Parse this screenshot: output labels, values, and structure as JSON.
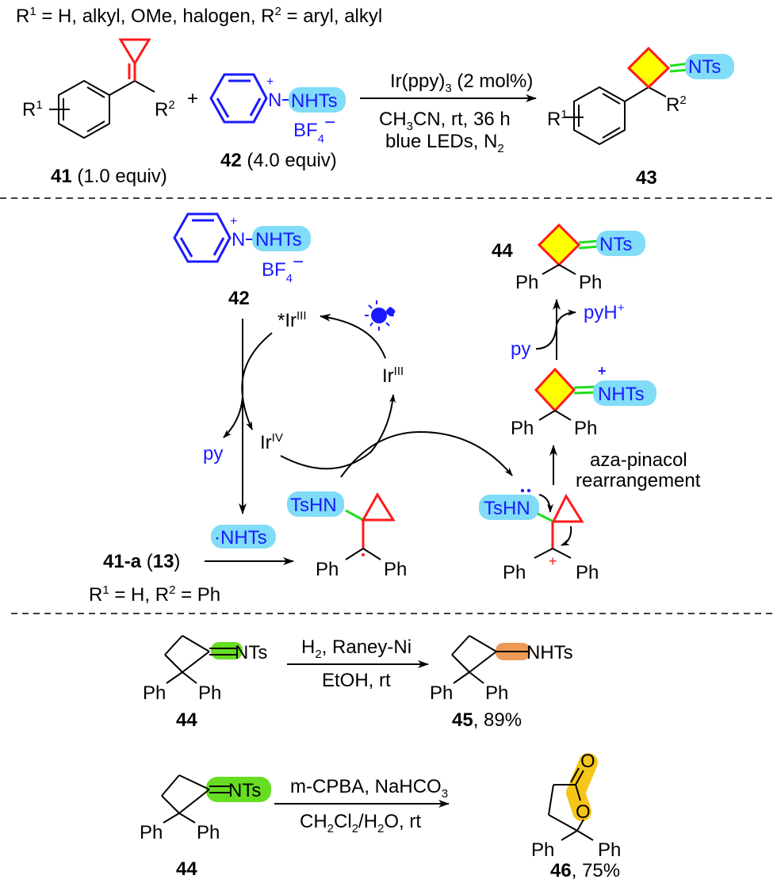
{
  "header": {
    "scope_r1_label": "R",
    "scope_r1_sup": "1",
    "scope_r1_values": " = H, alkyl, OMe, halogen,  ",
    "scope_r2_label": "R",
    "scope_r2_sup": "2",
    "scope_r2_values": " = aryl, alkyl"
  },
  "reaction1": {
    "substrate": {
      "id": "41",
      "note": " (1.0 equiv)",
      "r1": "R",
      "r1_sup": "1",
      "r2": "R",
      "r2_sup": "2"
    },
    "plus": "+",
    "reagent": {
      "id": "42",
      "note": " (4.0 equiv)",
      "charge": "+",
      "n_label": "N",
      "group": "NHTs",
      "counterion": "BF",
      "counterion_sub": "4",
      "counterion_charge": "−"
    },
    "conditions_above": {
      "text1": "Ir(ppy)",
      "sub": "3",
      "text2": " (2 mol%)"
    },
    "conditions_below1": {
      "text1": "CH",
      "sub": "3",
      "text2": "CN, rt, 36 h"
    },
    "conditions_below2": {
      "text1": "blue LEDs, N",
      "sub": "2"
    },
    "product": {
      "id": "43",
      "group": "NTs",
      "r1": "R",
      "r1_sup": "1",
      "r2": "R",
      "r2_sup": "2"
    }
  },
  "mechanism": {
    "reagent": {
      "id": "42",
      "charge": "+",
      "n_label": "N",
      "group": "NHTs",
      "counterion": "BF",
      "counterion_sub": "4",
      "counterion_charge": "−"
    },
    "catalyst": {
      "excited": {
        "prefix": "*Ir",
        "sup": "III"
      },
      "ground": {
        "prefix": "Ir",
        "sup": "III"
      },
      "oxidized": {
        "prefix": "Ir",
        "sup": "IV"
      }
    },
    "byproduct_py": "py",
    "radical": "·NHTs",
    "substrate": {
      "id": "41-a",
      "ref_open": " (",
      "ref": "13",
      "ref_close": ")"
    },
    "substrate_def": {
      "r1": "R",
      "r1_sup": "1",
      "mid": " = H, ",
      "r2": "R",
      "r2_sup": "2",
      "end": " = Ph"
    },
    "radical_intermediate": {
      "group": "TsHN",
      "ph_left": "Ph",
      "ph_right": "Ph"
    },
    "cation_intermediate": {
      "group": "TsHN",
      "ph_left": "Ph",
      "ph_right": "Ph",
      "charge": "+"
    },
    "rearranged_cation": {
      "group": "NHTs",
      "charge": "+",
      "ph_left": "Ph",
      "ph_right": "Ph"
    },
    "step_label_line1": "aza-pinacol",
    "step_label_line2": "rearrangement",
    "base": "py",
    "base_product": {
      "text": "pyH",
      "sup": "+"
    },
    "product": {
      "id": "44",
      "group": "NTs",
      "ph_left": "Ph",
      "ph_right": "Ph"
    }
  },
  "derivatization": {
    "reduction": {
      "substrate": {
        "id": "44",
        "group": "NTs",
        "ph_left": "Ph",
        "ph_right": "Ph"
      },
      "conditions_above": {
        "text1": "H",
        "sub": "2",
        "text2": ", Raney-Ni"
      },
      "conditions_below": "EtOH, rt",
      "product": {
        "id": "45",
        "yield": ", 89%",
        "group": "NHTs",
        "ph_left": "Ph",
        "ph_right": "Ph"
      }
    },
    "oxidation": {
      "substrate": {
        "id": "44",
        "group": "NTs",
        "ph_left": "Ph",
        "ph_right": "Ph"
      },
      "conditions_above": {
        "text1": "m-CPBA, NaHCO",
        "sub": "3"
      },
      "conditions_below": {
        "t1": "CH",
        "s1": "2",
        "t2": "Cl",
        "s2": "2",
        "t3": "/H",
        "s3": "2",
        "t4": "O, rt"
      },
      "product": {
        "id": "46",
        "yield": ", 75%",
        "o_carbonyl": "O",
        "o_ring": "O",
        "ph_left": "Ph",
        "ph_right": "Ph"
      }
    }
  },
  "colors": {
    "blue": "#1a1aff",
    "red": "#ff1a1a",
    "green": "#22dd22",
    "yellow": "#ffff00",
    "cyan_highlight": "#80dcf7",
    "green_highlight": "#66dd22",
    "orange_highlight": "#ee9955",
    "gold_highlight": "#f5c518"
  }
}
